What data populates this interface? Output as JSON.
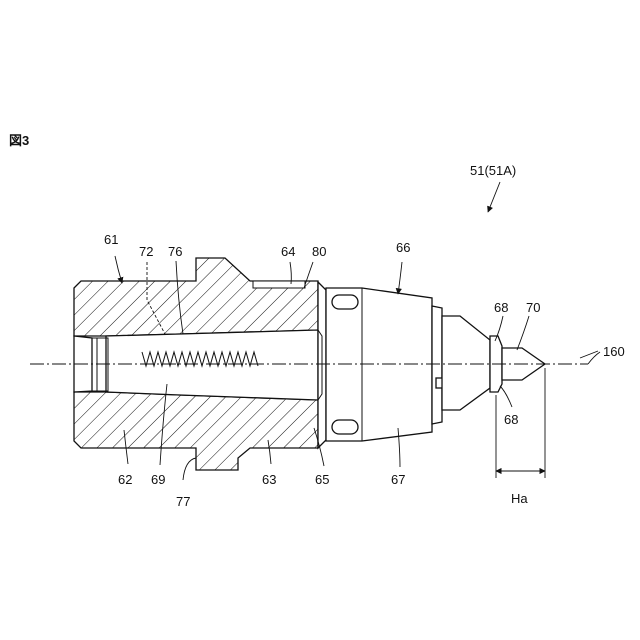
{
  "figure": {
    "title": "図3",
    "assembly_label": "51(51A)",
    "axis_label": "160",
    "dimension_label": "Ha"
  },
  "parts": {
    "p61": "61",
    "p62": "62",
    "p63": "63",
    "p64": "64",
    "p65": "65",
    "p66": "66",
    "p67": "67",
    "p68_top": "68",
    "p68_bottom": "68",
    "p69": "69",
    "p70": "70",
    "p72": "72",
    "p76": "76",
    "p77": "77",
    "p80": "80"
  }
}
